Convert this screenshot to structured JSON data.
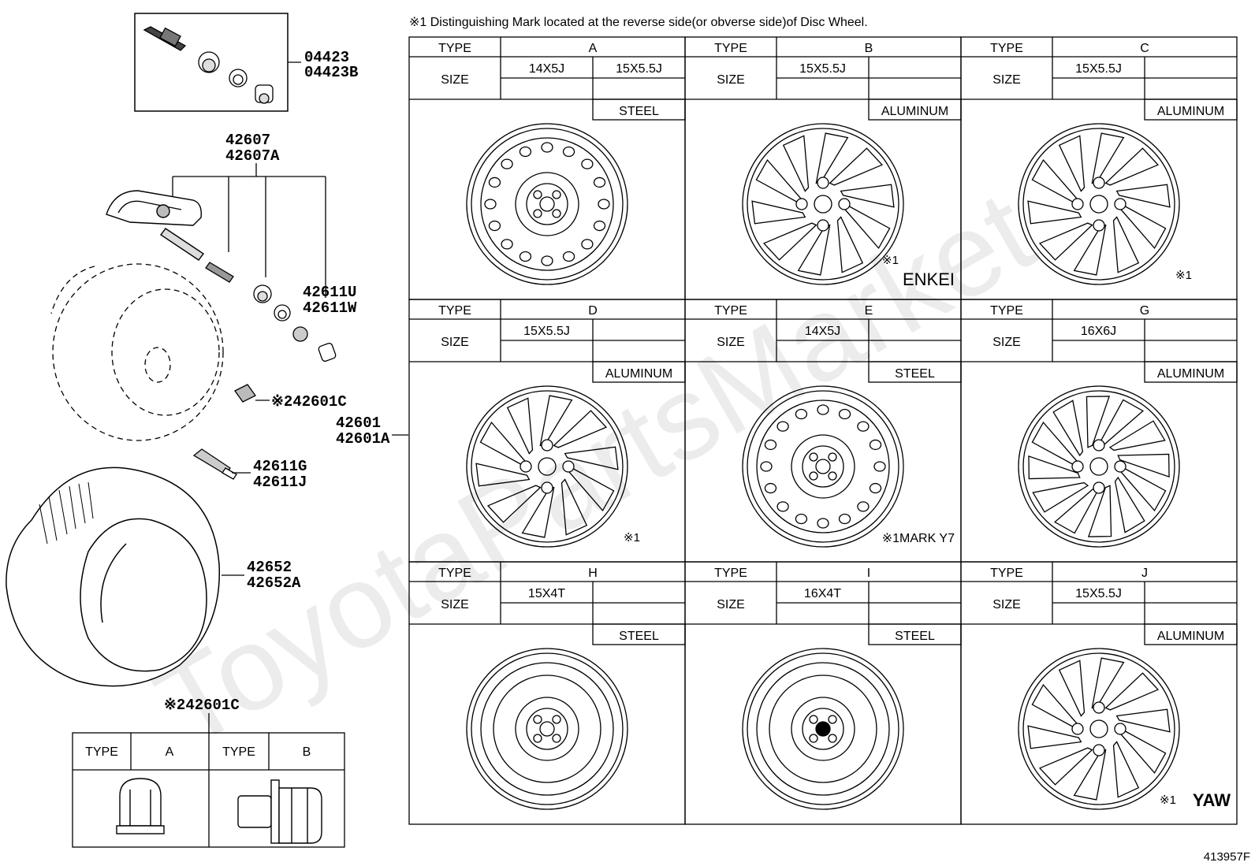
{
  "header_note": "※1 Distinguishing Mark located at the reverse side(or obverse side)of Disc Wheel.",
  "labels": {
    "type": "TYPE",
    "size": "SIZE"
  },
  "wheels": [
    {
      "type": "A",
      "sizes": [
        "14X5J",
        "15X5.5J"
      ],
      "material": "STEEL",
      "mark": "",
      "style": "steel"
    },
    {
      "type": "B",
      "sizes": [
        "15X5.5J"
      ],
      "material": "ALUMINUM",
      "mark": "ENKEI",
      "mark_prefix": "※1",
      "style": "alloy10"
    },
    {
      "type": "C",
      "sizes": [
        "15X5.5J"
      ],
      "material": "ALUMINUM",
      "mark": "",
      "mark_prefix": "※1",
      "style": "alloy10"
    },
    {
      "type": "D",
      "sizes": [
        "15X5.5J"
      ],
      "material": "ALUMINUM",
      "mark": "",
      "mark_prefix": "※1",
      "style": "alloy10"
    },
    {
      "type": "E",
      "sizes": [
        "14X5J"
      ],
      "material": "STEEL",
      "mark": "※1MARK Y7",
      "style": "steel"
    },
    {
      "type": "G",
      "sizes": [
        "16X6J"
      ],
      "material": "ALUMINUM",
      "mark": "",
      "style": "alloy6"
    },
    {
      "type": "H",
      "sizes": [
        "15X4T"
      ],
      "material": "STEEL",
      "mark": "",
      "style": "spare"
    },
    {
      "type": "I",
      "sizes": [
        "16X4T"
      ],
      "material": "STEEL",
      "mark": "",
      "style": "spare"
    },
    {
      "type": "J",
      "sizes": [
        "15X5.5J"
      ],
      "material": "ALUMINUM",
      "mark": "YAW",
      "mark_prefix": "※1",
      "style": "alloy5"
    }
  ],
  "parts": {
    "valve_set": [
      "04423",
      "04423B"
    ],
    "tpms": [
      "42607",
      "42607A"
    ],
    "valve_parts": [
      "42611U",
      "42611W"
    ],
    "nut_ref": "※242601C",
    "wheel": [
      "42601",
      "42601A"
    ],
    "valve_stem": [
      "42611G",
      "42611J"
    ],
    "tire": [
      "42652",
      "42652A"
    ]
  },
  "nut_table": {
    "title": "※242601C",
    "types": [
      "A",
      "B"
    ]
  },
  "diagram_id": "413957F",
  "watermark": "ToyotaPartsMarket"
}
